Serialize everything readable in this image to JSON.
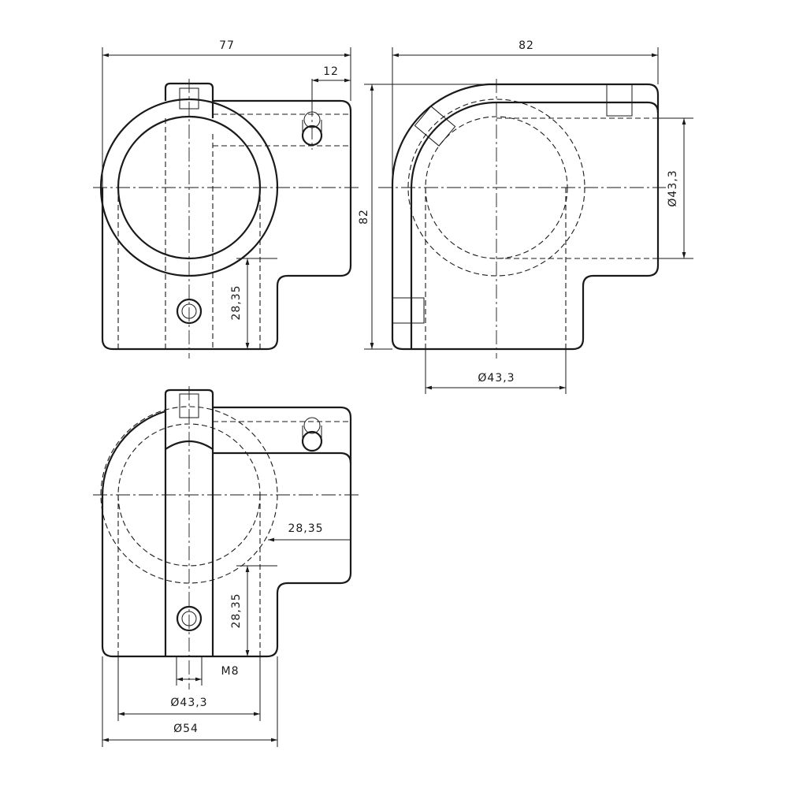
{
  "drawing": {
    "front_view": {
      "width": "77",
      "offset": "12",
      "height": "28,35"
    },
    "side_view": {
      "width": "82",
      "height": "82",
      "diameter_right": "Ø43,3",
      "diameter_bottom": "Ø43,3"
    },
    "top_view": {
      "offset_h": "28,35",
      "height": "28,35",
      "thread": "M8",
      "inner_diameter": "Ø43,3",
      "outer_diameter": "Ø54"
    }
  }
}
